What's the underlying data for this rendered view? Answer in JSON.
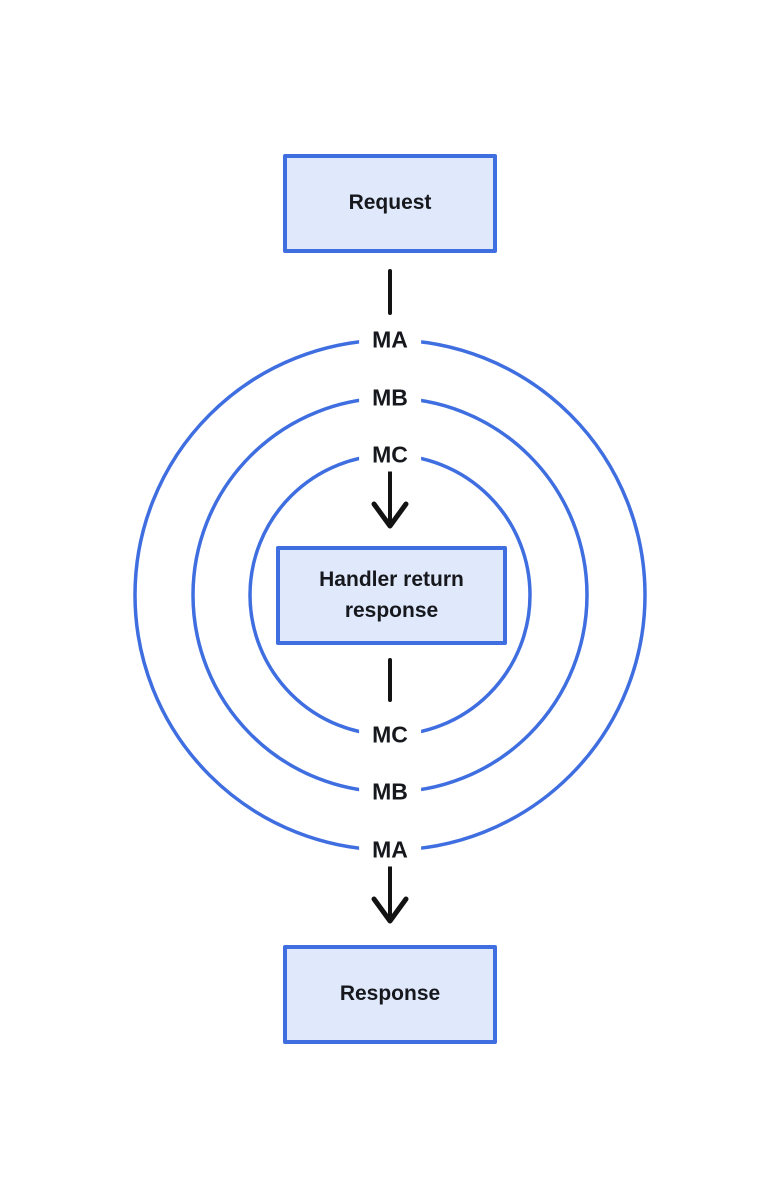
{
  "diagram": {
    "request_label": "Request",
    "handler_label": "Handler return response",
    "response_label": "Response",
    "middleware": {
      "top": [
        "MA",
        "MB",
        "MC"
      ],
      "bottom": [
        "MC",
        "MB",
        "MA"
      ]
    },
    "colors": {
      "accent_blue": "#3e6ee0",
      "box_fill": "#dfe9fb",
      "line_black": "#131313"
    }
  }
}
